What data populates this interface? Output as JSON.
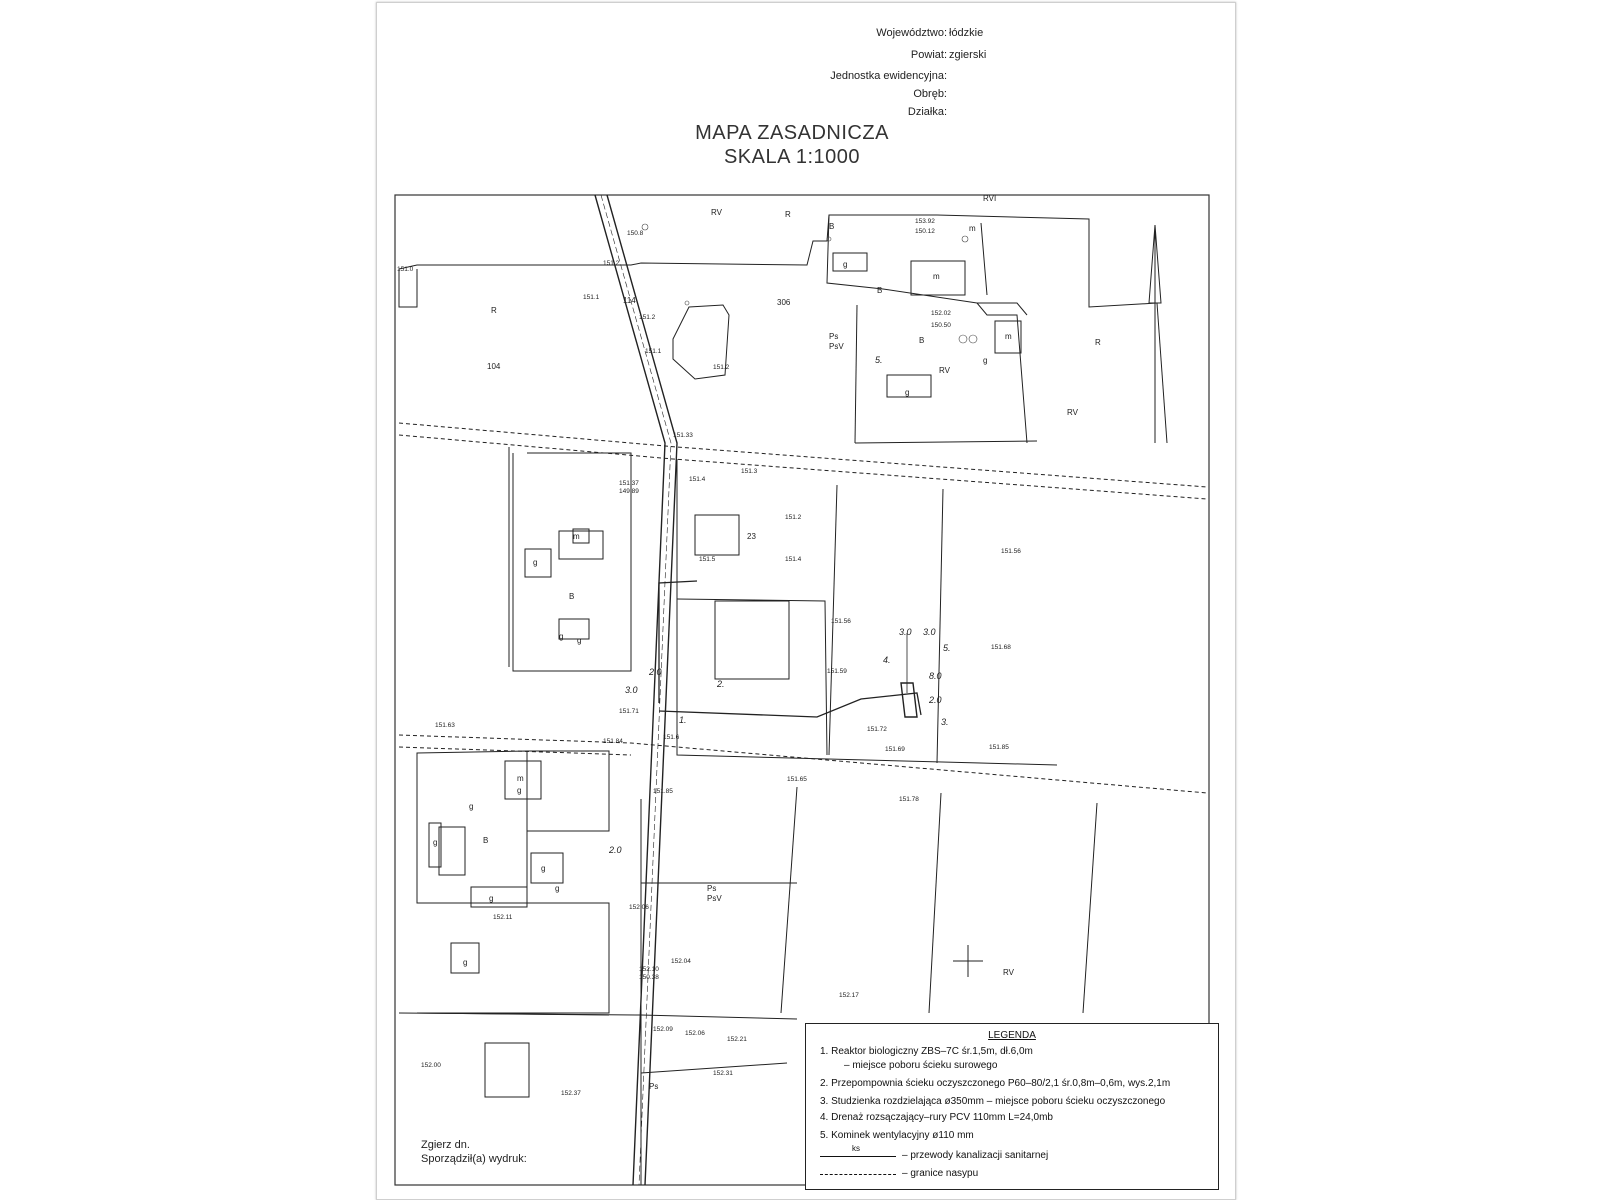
{
  "header": {
    "fields": [
      {
        "label": "Województwo:",
        "value": "łódzkie"
      },
      {
        "label": "Powiat:",
        "value": "zgierski"
      },
      {
        "label": "Jednostka ewidencyjna:",
        "value": ""
      },
      {
        "label": "Obręb:",
        "value": ""
      },
      {
        "label": "Działka:",
        "value": ""
      }
    ]
  },
  "title": {
    "line1": "MAPA ZASADNICZA",
    "line2": "SKALA 1:1000"
  },
  "map_labels": {
    "use_codes": [
      "R",
      "RV",
      "RVI",
      "RV",
      "R",
      "R",
      "RV",
      "B",
      "B",
      "B",
      "B",
      "B",
      "PsV",
      "Ps",
      "Ps",
      "PsV",
      "Ps",
      "RV"
    ],
    "building_codes": [
      "m",
      "g",
      "g",
      "m",
      "g",
      "g",
      "m",
      "g",
      "g",
      "g",
      "g",
      "g",
      "g",
      "m",
      "g",
      "g",
      "g",
      "m",
      "23"
    ],
    "parcel_numbers": [
      "104",
      "306",
      "114"
    ],
    "elevations": [
      "151.0",
      "151.2",
      "151.1",
      "150.8",
      "151.2",
      "151.1",
      "151.2",
      "151.33",
      "151.3",
      "151.4",
      "151.37",
      "149.89",
      "151.2",
      "151.5",
      "151.4",
      "151.56",
      "151.56",
      "151.68",
      "151.59",
      "151.72",
      "151.69",
      "151.85",
      "151.71",
      "151.6",
      "151.63",
      "151.84",
      "151.65",
      "151.78",
      "151.85",
      "152.06",
      "152.04",
      "152.10",
      "150.38",
      "152.17",
      "152.11",
      "152.09",
      "152.06",
      "152.21",
      "152.00",
      "152.37",
      "152.31",
      "153.92",
      "150.12",
      "152.02",
      "150.50"
    ],
    "dimensions": [
      "3.0",
      "3.0",
      "2.0",
      "8.0",
      "2.0",
      "2.0",
      "3.0"
    ],
    "callouts": [
      "1.",
      "2.",
      "3.",
      "4.",
      "5.",
      "5."
    ]
  },
  "legend": {
    "title": "LEGENDA",
    "items": [
      {
        "text": "1.  Reaktor biologiczny  ZBS–7C    śr.1,5m,  dł.6,0m",
        "sub": "–  miejsce poboru ścieku surowego"
      },
      {
        "text": "2.  Przepompownia ścieku oczyszczonego  P60–80/2,1    śr.0,8m–0,6m,  wys.2,1m",
        "sub": ""
      },
      {
        "text": "3.  Studzienka rozdzielająca  ø350mm  –  miejsce poboru ścieku oczyszczonego",
        "sub": ""
      },
      {
        "text": "4.  Drenaż rozsączający–rury PCV 110mm    L=24,0mb",
        "sub": ""
      },
      {
        "text": "5.  Kominek wentylacyjny  ø110 mm",
        "sub": ""
      }
    ],
    "lines": [
      {
        "code": "ks",
        "text": "–  przewody kanalizacji sanitarnej"
      },
      {
        "code": "",
        "text": "–  granice nasypu"
      }
    ]
  },
  "footer": {
    "line1": "Zgierz dn.",
    "line2": "Sporządził(a) wydruk:"
  }
}
